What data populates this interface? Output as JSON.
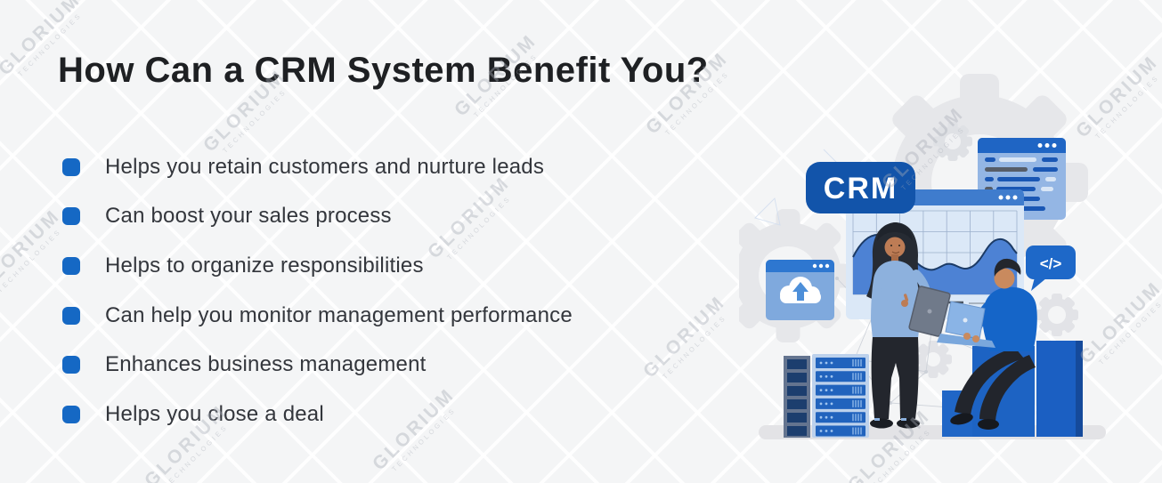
{
  "page": {
    "title": "How Can a CRM System Benefit You?"
  },
  "benefits": [
    "Helps you retain customers and nurture leads",
    "Can boost your sales process",
    "Helps to organize responsibilities",
    "Can help you monitor management performance",
    "Enhances business management",
    "Helps you close a deal"
  ],
  "watermark": {
    "line1": "GLORIUM",
    "line2": "TECHNOLOGIES"
  },
  "illustration": {
    "crm_label": "CRM",
    "code_bubble": "</>"
  },
  "colors": {
    "background": "#f4f5f6",
    "bullet_blue": "#1568c4",
    "badge_blue": "#1254aa",
    "window_blue": "#1f65c4",
    "panel_light_blue": "#dbe8f7",
    "chart_fill_blue": "#4d82d4",
    "gear_gray": "#e6e7ea",
    "title_text": "#1e2023",
    "body_text": "#33363c"
  }
}
